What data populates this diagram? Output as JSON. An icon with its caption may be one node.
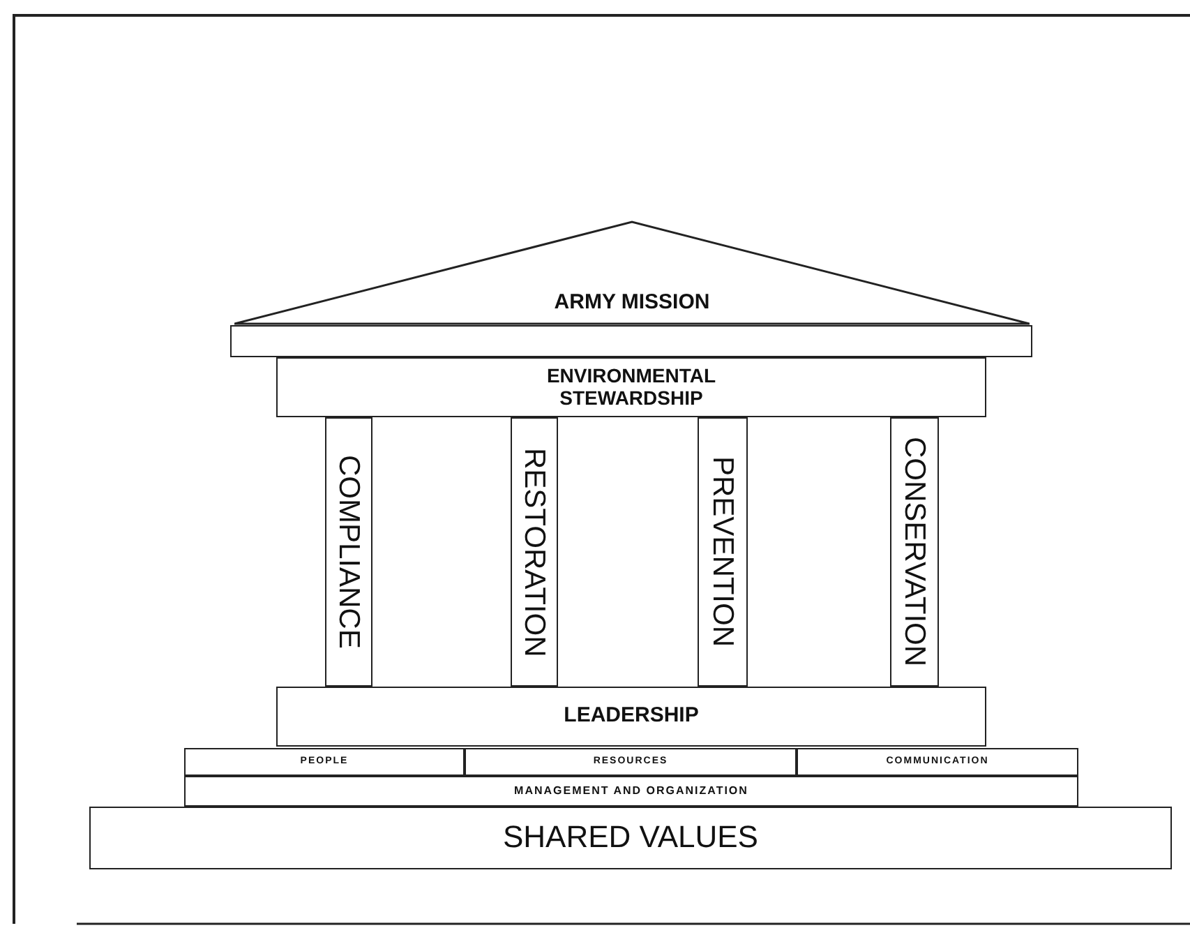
{
  "diagram": {
    "nodes": [
      {
        "text": [
          "ARMY MISSION"
        ]
      },
      {
        "text": [],
        "shape": "bar"
      },
      {
        "text": [
          "ENVIRONMENTAL STEWARDSHIP"
        ]
      },
      {
        "text": [
          "COMPLIANCE"
        ]
      },
      {
        "text": [
          "RESTORATION"
        ]
      },
      {
        "text": [
          "PREVENTION"
        ]
      },
      {
        "text": [
          "CONSERVATION"
        ]
      },
      {
        "text": [
          "LEADERSHIP"
        ]
      },
      {
        "text": [
          "PEOPLE"
        ]
      },
      {
        "text": [
          "RESOURCES"
        ]
      },
      {
        "text": [
          "COMMUNICATION"
        ]
      },
      {
        "text": [
          "MANAGEMENT AND ORGANIZATION"
        ]
      },
      {
        "text": [
          "SHARED VALUES"
        ]
      }
    ]
  }
}
